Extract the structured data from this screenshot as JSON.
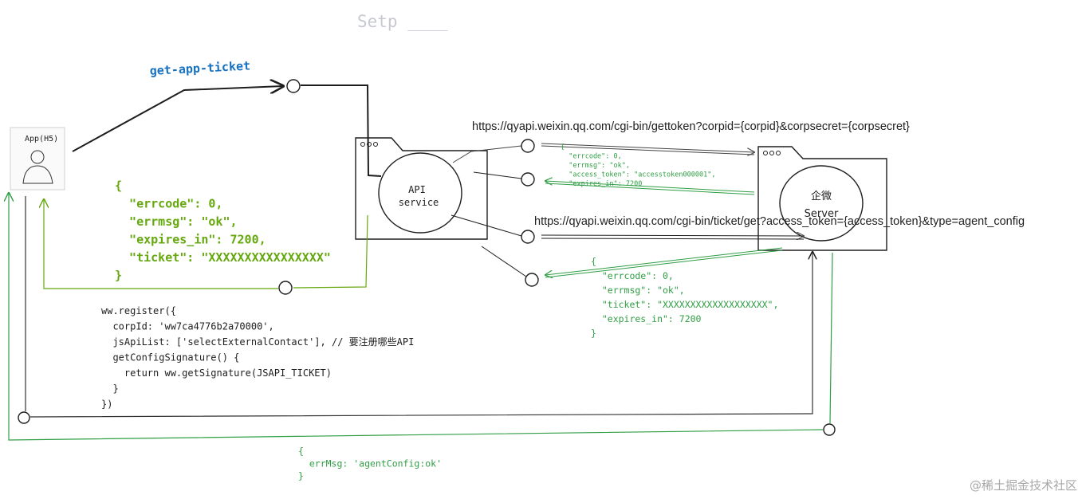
{
  "title": "Setp ____",
  "watermark": "@稀土掘金技术社区",
  "colors": {
    "stroke": "#1e1e1e",
    "green": "#2f9e44",
    "olive": "#66a80f",
    "blue": "#1971c2",
    "title_gray": "#c7c9d1"
  },
  "nodes": {
    "app_label": "App(H5)",
    "api_service_line1": "API",
    "api_service_line2": "service",
    "server_line1": "企微",
    "server_line2": "Server"
  },
  "edges": {
    "get_app_ticket": "get-app-ticket",
    "gettoken_url": "https://qyapi.weixin.qq.com/cgi-bin/gettoken?corpid={corpid}&corpsecret={corpsecret}",
    "ticket_url": "https://qyapi.weixin.qq.com/cgi-bin/ticket/get?access_token={access_token}&type=agent_config"
  },
  "code_blocks": {
    "app_ticket_response": [
      "{",
      "  \"errcode\": 0,",
      "  \"errmsg\": \"ok\",",
      "  \"expires_in\": 7200,",
      "  \"ticket\": \"XXXXXXXXXXXXXXXX\"",
      "}"
    ],
    "token_response": [
      "{",
      "  \"errcode\": 0,",
      "  \"errmsg\": \"ok\",",
      "  \"access_token\": \"accesstoken000001\",",
      "  \"expires_in\": 7200"
    ],
    "ticket_response": [
      "{",
      "  \"errcode\": 0,",
      "  \"errmsg\": \"ok\",",
      "  \"ticket\": \"XXXXXXXXXXXXXXXXXXX\",",
      "  \"expires_in\": 7200",
      "}"
    ],
    "register_code": [
      "ww.register({",
      "  corpId: 'ww7ca4776b2a70000',",
      "  jsApiList: ['selectExternalContact'], // 要注册哪些API",
      "  getConfigSignature() {",
      "    return ww.getSignature(JSAPI_TICKET)",
      "  }",
      "})"
    ],
    "agent_config_result": [
      "{",
      "  errMsg: 'agentConfig:ok'",
      "}"
    ]
  }
}
